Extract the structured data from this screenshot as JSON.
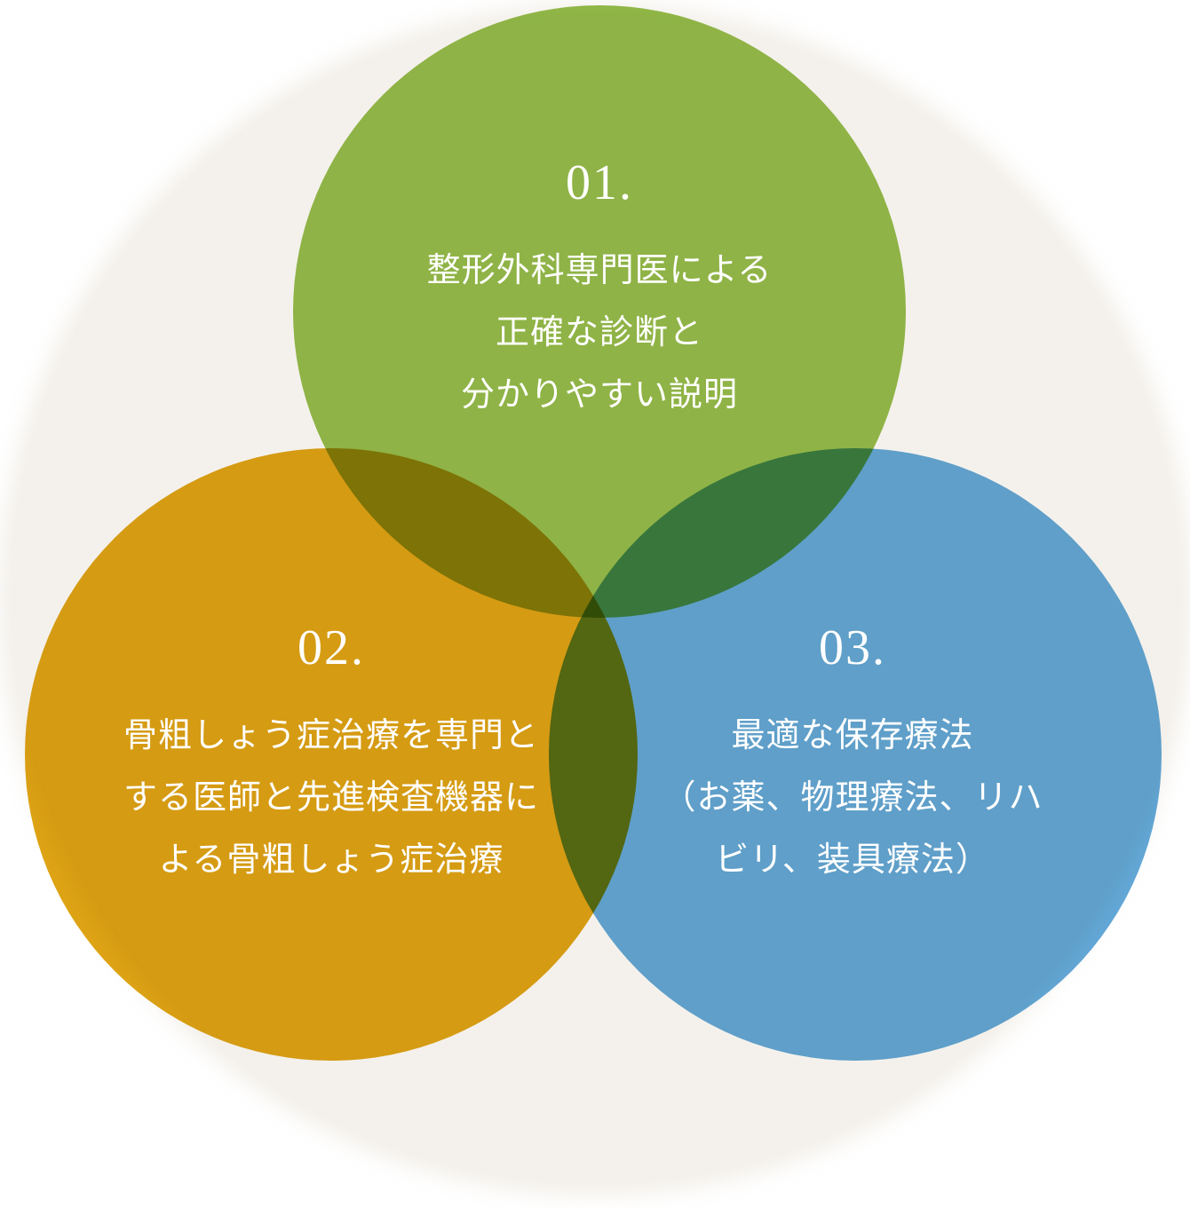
{
  "venn": {
    "background_color": "#f4f1ec",
    "items": [
      {
        "number": "01.",
        "color": "#95be4b",
        "lines": [
          "整形外科専門医による",
          "正確な診断と",
          "分かりやすい説明"
        ]
      },
      {
        "number": "02.",
        "color": "#dfa414",
        "lines": [
          "骨粗しょう症治療を専門と",
          "する医師と先進検査機器に",
          "よる骨粗しょう症治療"
        ]
      },
      {
        "number": "03.",
        "color": "#63a8d9",
        "lines": [
          "最適な保存療法",
          "（お薬、物理療法、リハ",
          "ビリ、装具療法）"
        ]
      }
    ]
  }
}
